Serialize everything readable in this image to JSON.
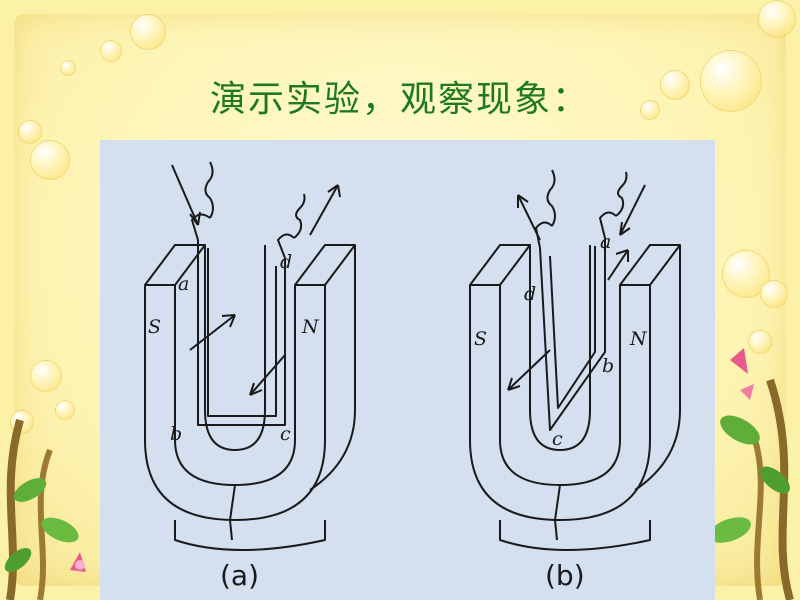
{
  "slide": {
    "title": "演示实验，观察现象："
  },
  "figure": {
    "panel_a": {
      "caption": "(a)",
      "labels": {
        "a": "a",
        "b": "b",
        "c": "c",
        "d": "d",
        "S": "S",
        "N": "N"
      }
    },
    "panel_b": {
      "caption": "(b)",
      "labels": {
        "a": "a",
        "b": "b",
        "c": "c",
        "d": "d",
        "S": "S",
        "N": "N"
      }
    }
  },
  "colors": {
    "background": "#fbf2a8",
    "title": "#1f7a1f",
    "figure_bg": "#d4dfef",
    "ink": "#1a1a1a"
  }
}
